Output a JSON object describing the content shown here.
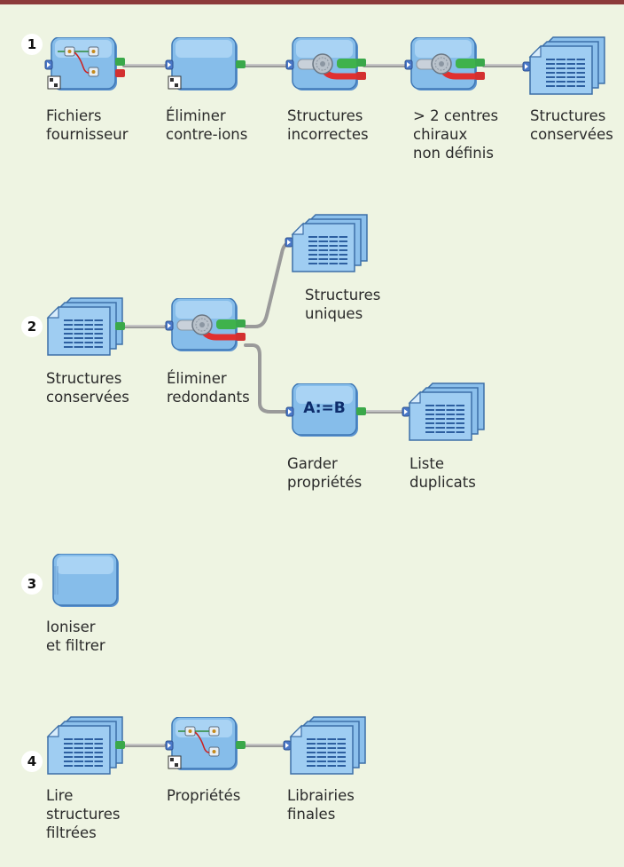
{
  "sections": [
    {
      "number": "1",
      "nodes": [
        {
          "icon": "metanode-icon",
          "label": "Fichiers\nfournisseur"
        },
        {
          "icon": "blank-node-icon",
          "label": "Éliminer\ncontre-ions"
        },
        {
          "icon": "filter-node-icon",
          "label": "Structures\nincorrectes"
        },
        {
          "icon": "filter-node-icon",
          "label": "> 2 centres\nchiraux\nnon définis"
        },
        {
          "icon": "document-stack-icon",
          "label": "Structures\nconservées"
        }
      ]
    },
    {
      "number": "2",
      "nodes": [
        {
          "icon": "document-stack-icon",
          "label": "Structures\nconservées"
        },
        {
          "icon": "filter-node-icon",
          "label": "Éliminer\nredondants"
        },
        {
          "icon": "document-stack-icon",
          "label": "Structures\nuniques"
        },
        {
          "icon": "formula-node-icon",
          "label": "Garder\npropriétés",
          "text": "A:=B"
        },
        {
          "icon": "document-stack-icon",
          "label": "Liste\nduplicats"
        }
      ]
    },
    {
      "number": "3",
      "nodes": [
        {
          "icon": "blank-node-icon",
          "label": "Ioniser\net filtrer"
        }
      ]
    },
    {
      "number": "4",
      "nodes": [
        {
          "icon": "document-stack-icon",
          "label": "Lire\nstructures\nfiltrées"
        },
        {
          "icon": "metanode-icon",
          "label": "Propriétés"
        },
        {
          "icon": "document-stack-icon",
          "label": "Librairies\nfinales"
        }
      ]
    }
  ],
  "colors": {
    "background": "#eef4e2",
    "top_bar": "#8c3a3a",
    "node_blue": "#7fb6e8",
    "port_green": "#3aa84a",
    "port_red": "#d33030",
    "connector": "#8a8a8a"
  }
}
